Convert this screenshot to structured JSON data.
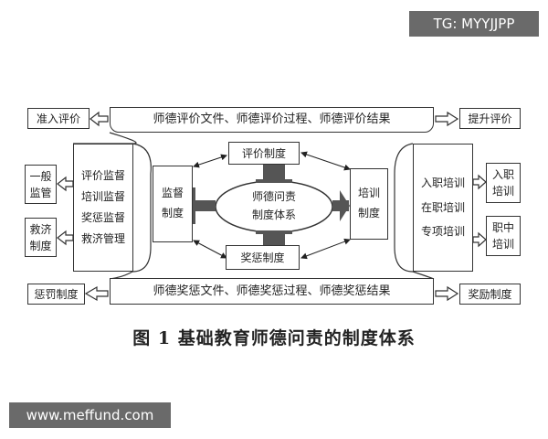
{
  "watermark_top": "TG: MYYJJPP",
  "watermark_bottom": "www.meffund.com",
  "top_banner": "师德评价文件、师德评价过程、师德评价结果",
  "bottom_banner": "师德奖惩文件、师德奖惩过程、师德奖惩结果",
  "left_top": "准入评价",
  "right_top": "提升评价",
  "left_bottom": "惩罚制度",
  "right_bottom": "奖励制度",
  "left_panel": [
    "评价监督",
    "培训监督",
    "奖惩监督",
    "救济管理"
  ],
  "right_panel": [
    "入职培训",
    "在职培训",
    "专项培训"
  ],
  "general_supervision": [
    "一般",
    "监管"
  ],
  "relief_system": [
    "救济",
    "制度"
  ],
  "induction_training": [
    "入职",
    "培训"
  ],
  "inservice_training": [
    "职中",
    "培训"
  ],
  "supervision_system": [
    "监督",
    "制度"
  ],
  "training_system": [
    "培训",
    "制度"
  ],
  "evaluation_system": "评价制度",
  "reward_system": "奖惩制度",
  "core": [
    "师德问责",
    "制度体系"
  ],
  "caption": "图 1  基础教育师德问责的制度体系"
}
